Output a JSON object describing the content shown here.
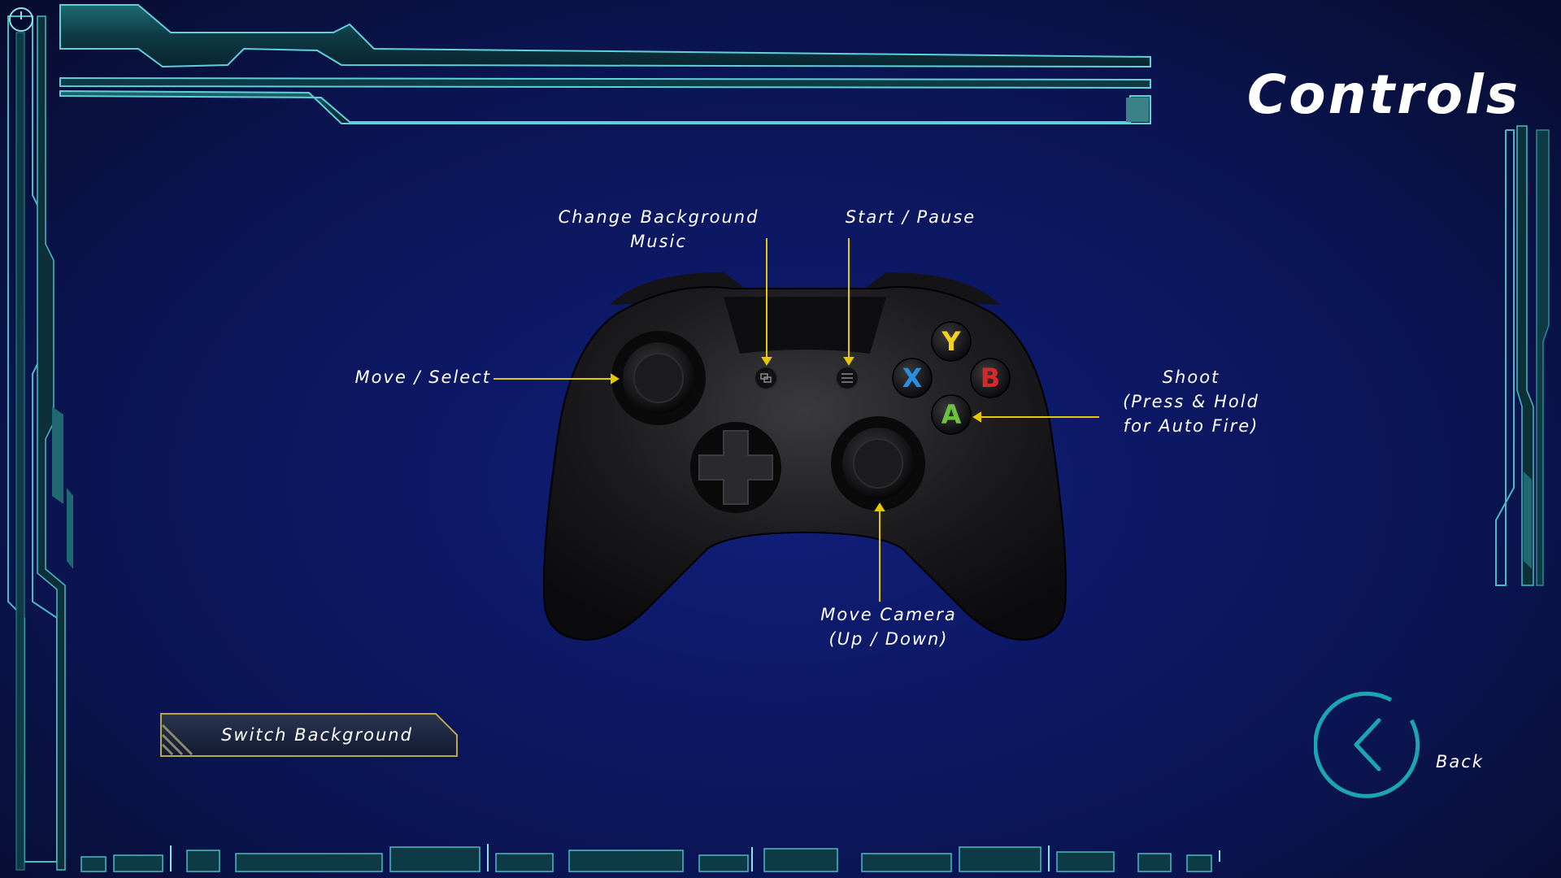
{
  "screen": {
    "title": "Controls"
  },
  "labels": {
    "change_music_line1": "Change Background",
    "change_music_line2": "Music",
    "start_pause": "Start / Pause",
    "move_select": "Move / Select",
    "shoot_line1": "Shoot",
    "shoot_line2": "(Press & Hold",
    "shoot_line3": "for Auto Fire)",
    "move_camera_line1": "Move Camera",
    "move_camera_line2": "(Up / Down)"
  },
  "controller": {
    "button_y": "Y",
    "button_x": "X",
    "button_b": "B",
    "button_a": "A"
  },
  "buttons": {
    "switch_background": "Switch Background",
    "back": "Back"
  },
  "colors": {
    "accent_teal": "#1aa5b0",
    "leader_line": "#e6c800",
    "button_y": "#f2d21b",
    "button_x": "#2a8fe0",
    "button_b": "#d42a2a",
    "button_a": "#6cc23a"
  },
  "icons": {
    "back": "chevron-left-icon",
    "power": "power-icon",
    "view": "view-icon",
    "menu": "menu-icon"
  }
}
